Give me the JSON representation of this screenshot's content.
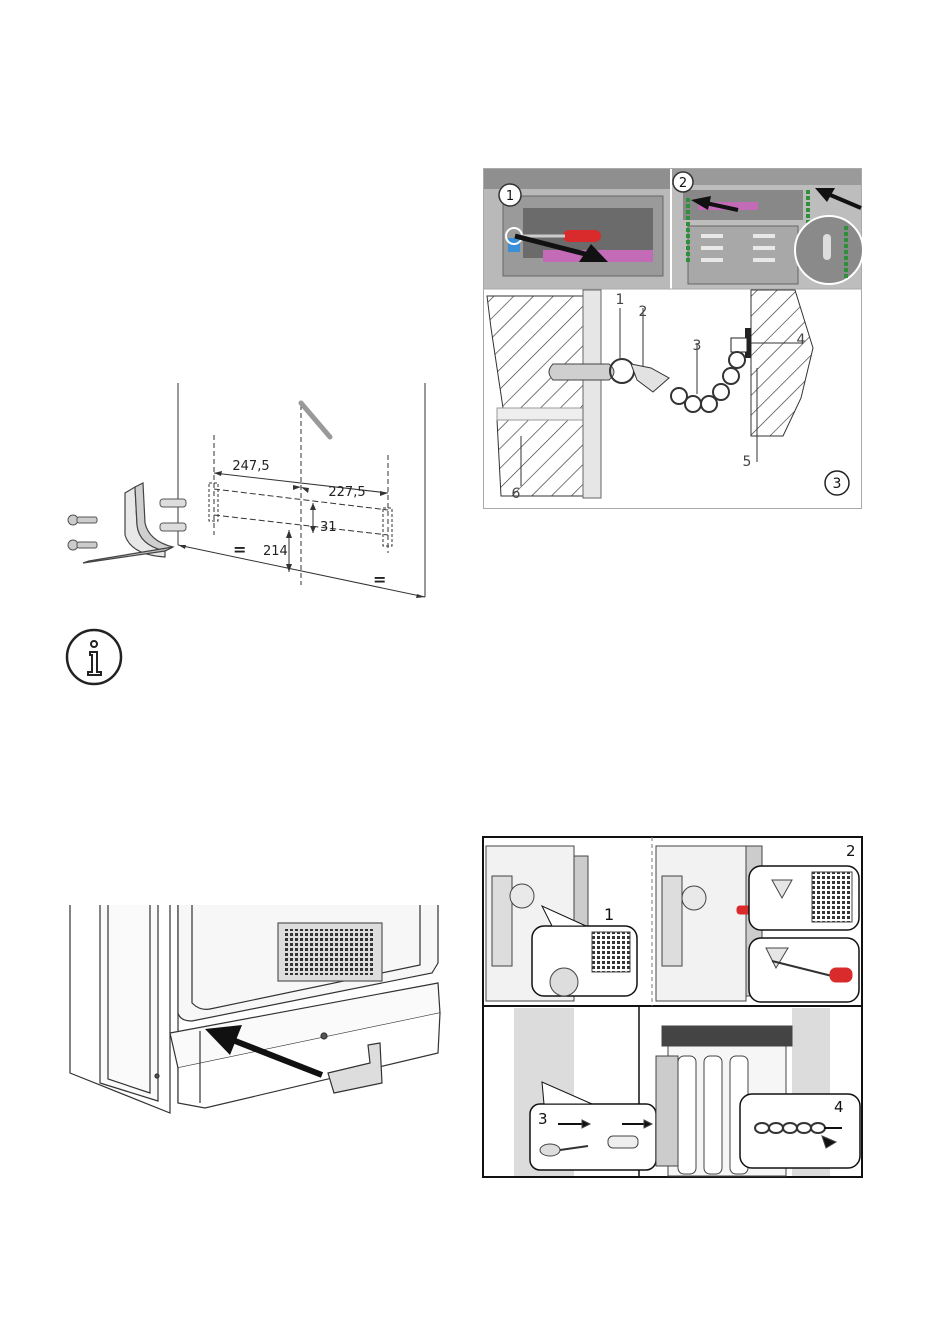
{
  "page": {
    "background": "#ffffff"
  },
  "bracket_figure": {
    "dims": {
      "left_span": "247,5",
      "right_span": "227,5",
      "hole_spacing": "31",
      "height": "214",
      "equal_left": "=",
      "equal_right": "="
    }
  },
  "info_icon": {
    "glyph": "i",
    "name": "info-icon"
  },
  "chain_figure": {
    "panel1_badge": "1",
    "panel2_badge": "2",
    "detail": {
      "callouts": [
        "1",
        "2",
        "3",
        "4",
        "5",
        "6"
      ],
      "badge": "3"
    }
  },
  "chain_install_figure": {
    "step1": "1",
    "step2": "2",
    "step3": "3",
    "step4": "4"
  },
  "colors": {
    "red_handle": "#d92b2b",
    "blue_part": "#3a8fd6",
    "green_chain": "#2f8f3a",
    "pink_slots": "#c46bb8"
  }
}
